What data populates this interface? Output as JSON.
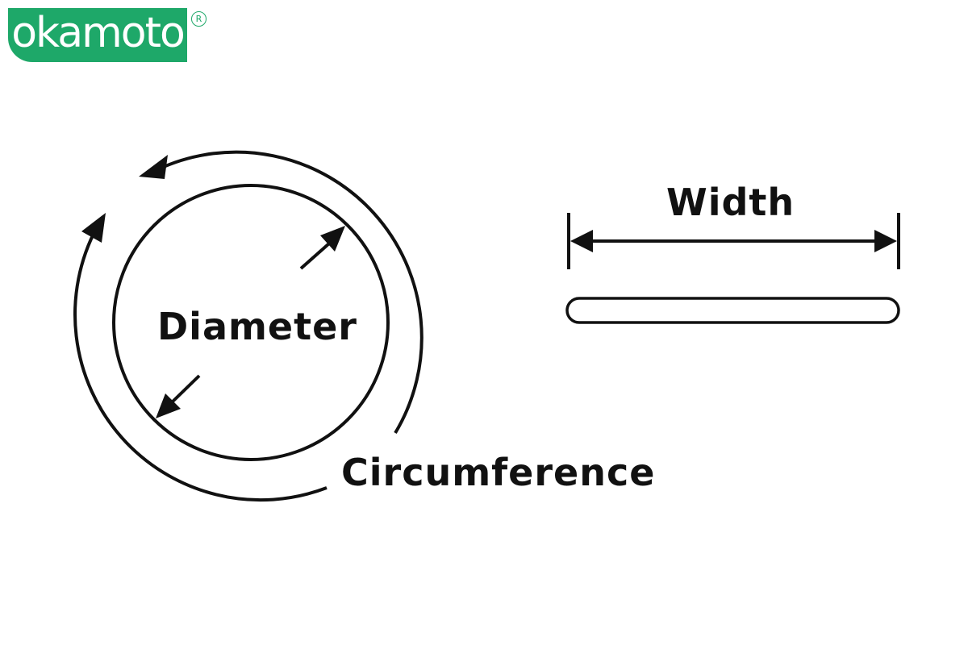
{
  "logo": {
    "text": "okamoto",
    "registered_mark": "R",
    "brand_color": "#1ea869"
  },
  "diagram": {
    "diameter_label": "Diameter",
    "circumference_label": "Circumference",
    "width_label": "Width",
    "stroke_color": "#111111"
  }
}
